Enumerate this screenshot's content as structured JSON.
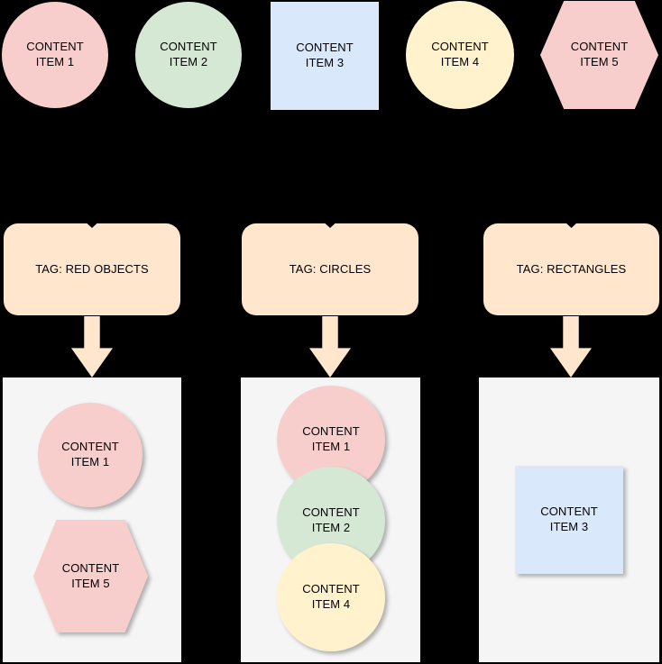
{
  "colors": {
    "background": "#000000",
    "red": "#F8CECC",
    "green": "#D5E8D4",
    "blue": "#DAE8FC",
    "yellow": "#FFF2CC",
    "orange": "#FFE6CC",
    "panel_gray": "#F5F5F5",
    "text": "#000000"
  },
  "top_shapes": [
    {
      "shape": "circle",
      "color_name": "red",
      "label": "CONTENT\nITEM 1"
    },
    {
      "shape": "circle",
      "color_name": "green",
      "label": "CONTENT\nITEM 2"
    },
    {
      "shape": "square",
      "color_name": "blue",
      "label": "CONTENT\nITEM 3"
    },
    {
      "shape": "circle",
      "color_name": "yellow",
      "label": "CONTENT\nITEM 4"
    },
    {
      "shape": "hexagon",
      "color_name": "red",
      "label": "CONTENT\nITEM 5"
    }
  ],
  "tags": [
    {
      "label": "TAG: RED OBJECTS"
    },
    {
      "label": "TAG: CIRCLES"
    },
    {
      "label": "TAG: RECTANGLES"
    }
  ],
  "panels": [
    {
      "items": [
        {
          "shape": "circle",
          "color_name": "red",
          "label": "CONTENT\nITEM 1"
        },
        {
          "shape": "hexagon",
          "color_name": "red",
          "label": "CONTENT\nITEM 5"
        }
      ]
    },
    {
      "items": [
        {
          "shape": "circle",
          "color_name": "red",
          "label": "CONTENT\nITEM 1"
        },
        {
          "shape": "circle",
          "color_name": "green",
          "label": "CONTENT\nITEM 2"
        },
        {
          "shape": "circle",
          "color_name": "yellow",
          "label": "CONTENT\nITEM 4"
        }
      ]
    },
    {
      "items": [
        {
          "shape": "square",
          "color_name": "blue",
          "label": "CONTENT\nITEM 3"
        }
      ]
    }
  ]
}
